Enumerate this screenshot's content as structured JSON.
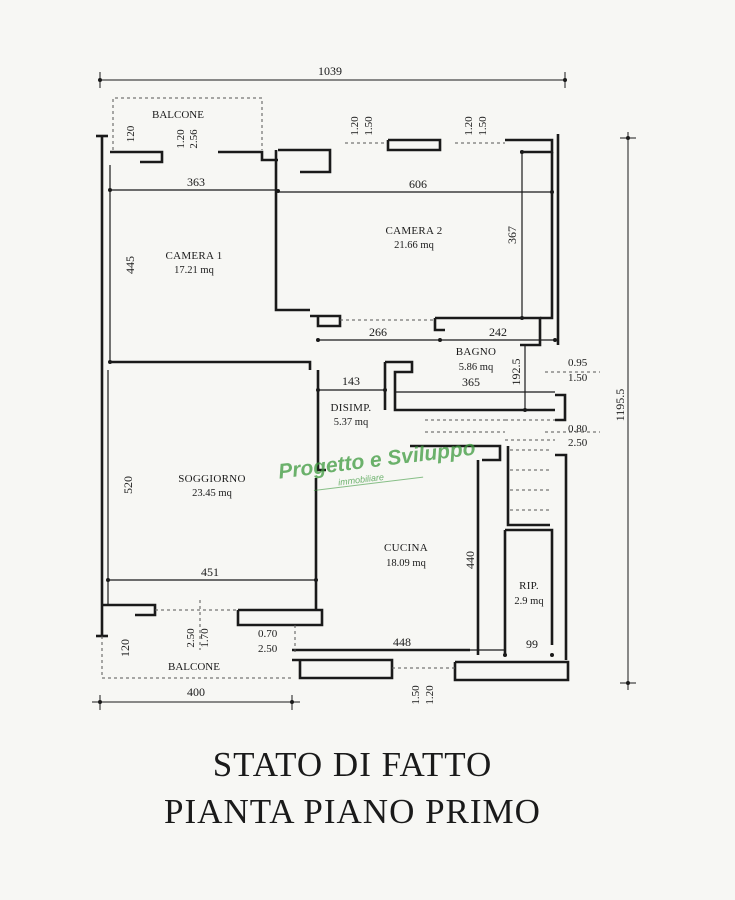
{
  "drawing": {
    "overall_width": "1039",
    "overall_height": "1195.5",
    "balcony_label": "BALCONE",
    "labels": {
      "top_balcony_depth": "120",
      "top_balcony_window_h": "1.20",
      "top_balcony_window_w": "2.56",
      "window1_h": "1.20",
      "window1_w": "1.50",
      "window2_h": "1.20",
      "window2_w": "1.50",
      "camera1_width": "363",
      "camera2_width": "606",
      "camera1_height": "445",
      "camera2_height": "367",
      "camera2_bottom_width": "266",
      "bagno_top_width": "242",
      "disimp_width": "143",
      "bagno_width": "365",
      "bagno_height": "192.5",
      "bagno_window_h": "0.95",
      "bagno_window_w": "1.50",
      "right_window_h": "0.80",
      "right_window_w": "2.50",
      "soggiorno_height": "520",
      "soggiorno_width": "451",
      "cucina_height": "440",
      "cucina_width": "448",
      "rip_width": "99",
      "bottom_balcony_depth": "120",
      "bottom_window_h": "2.50",
      "bottom_window_w": "1.70",
      "door_h": "0.70",
      "door_w": "2.50",
      "bottom_balcony_width": "400",
      "cucina_window_h": "1.50",
      "cucina_window_w": "1.20"
    },
    "rooms": {
      "camera1": {
        "name": "CAMERA 1",
        "area": "17.21 mq"
      },
      "camera2": {
        "name": "CAMERA 2",
        "area": "21.66 mq"
      },
      "bagno": {
        "name": "BAGNO",
        "area": "5.86 mq"
      },
      "disimp": {
        "name": "DISIMP.",
        "area": "5.37 mq"
      },
      "soggiorno": {
        "name": "SOGGIORNO",
        "area": "23.45 mq"
      },
      "cucina": {
        "name": "CUCINA",
        "area": "18.09 mq"
      },
      "rip": {
        "name": "RIP.",
        "area": "2.9 mq"
      }
    },
    "watermark": {
      "brand": "Progetto e Sviluppo",
      "sub": "immobiliare"
    }
  },
  "title": {
    "line1": "STATO DI FATTO",
    "line2": "PIANTA PIANO PRIMO"
  }
}
